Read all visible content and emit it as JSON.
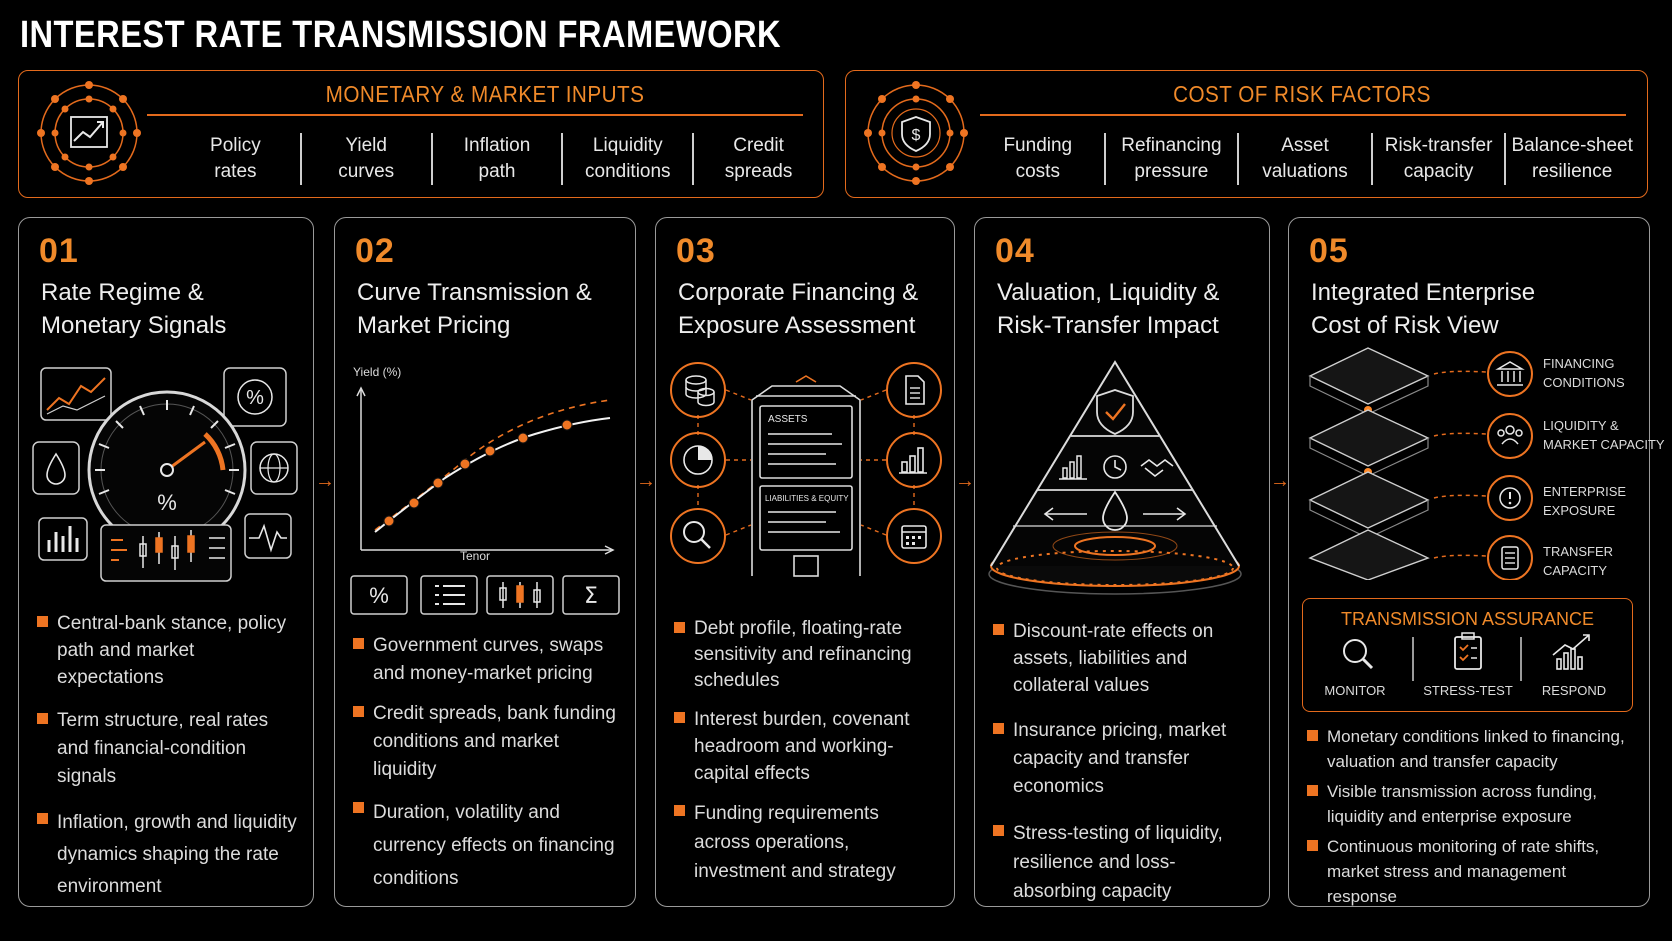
{
  "title": "INTEREST RATE TRANSMISSION FRAMEWORK",
  "inputs_panel": {
    "title": "MONETARY & MARKET INPUTS",
    "items": [
      "Policy\nrates",
      "Yield\ncurves",
      "Inflation\npath",
      "Liquidity\nconditions",
      "Credit\nspreads"
    ]
  },
  "risk_panel": {
    "title": "COST OF RISK FACTORS",
    "items": [
      "Funding\ncosts",
      "Refinancing\npressure",
      "Asset\nvaluations",
      "Risk-transfer\ncapacity",
      "Balance-sheet\nresilience"
    ]
  },
  "stages": [
    {
      "num": "01",
      "title": "Rate Regime &\nMonetary Signals",
      "bullets": [
        "Central-bank stance, policy path and market expectations",
        "Term structure, real rates and financial-condition signals",
        "Inflation, growth and liquidity dynamics shaping the rate environment"
      ]
    },
    {
      "num": "02",
      "title": "Curve Transmission &\nMarket Pricing",
      "bullets": [
        "Government curves, swaps and money-market pricing",
        "Credit spreads, bank funding conditions and market liquidity",
        "Duration, volatility and currency effects on financing conditions"
      ]
    },
    {
      "num": "03",
      "title": "Corporate Financing &\nExposure Assessment",
      "bullets": [
        "Debt profile, floating-rate sensitivity and refinancing schedules",
        "Interest burden, covenant headroom and working-capital effects",
        "Funding requirements across operations, investment and strategy"
      ]
    },
    {
      "num": "04",
      "title": "Valuation, Liquidity &\nRisk-Transfer Impact",
      "bullets": [
        "Discount-rate effects on assets, liabilities and collateral values",
        "Insurance pricing, market capacity and transfer economics",
        "Stress-testing of liquidity, resilience and loss-absorbing capacity"
      ]
    },
    {
      "num": "05",
      "title": "Integrated Enterprise\nCost of Risk View",
      "bullets": [
        "Monetary conditions linked to financing, valuation and transfer capacity",
        "Visible transmission across funding, liquidity and enterprise exposure",
        "Continuous monitoring of rate shifts, market stress and management response"
      ]
    }
  ],
  "yield_chart": {
    "ylabel": "Yield (%)",
    "xlabel": "Tenor"
  },
  "balance_sheet": {
    "assets": "ASSETS",
    "liabilities": "LIABILITIES & EQUITY"
  },
  "stack_labels": [
    "FINANCING\nCONDITIONS",
    "LIQUIDITY &\nMARKET CAPACITY",
    "ENTERPRISE\nEXPOSURE",
    "TRANSFER\nCAPACITY"
  ],
  "assurance": {
    "title": "TRANSMISSION ASSURANCE",
    "items": [
      "MONITOR",
      "STRESS-TEST",
      "RESPOND"
    ]
  },
  "colors": {
    "accent": "#ee7422",
    "border": "#9a9a9a",
    "background": "#000000"
  },
  "icons": [
    "trend-chart-icon",
    "shield-icon",
    "percent-icon",
    "globe-icon",
    "droplet-icon",
    "bar-chart-icon",
    "pulse-icon",
    "gauge-icon",
    "coins-icon",
    "pie-chart-icon",
    "search-icon",
    "document-icon",
    "calendar-icon",
    "building-icon",
    "check-shield-icon",
    "clock-icon",
    "handshake-icon",
    "bank-icon",
    "people-icon",
    "alert-icon",
    "checklist-icon",
    "magnifier-icon",
    "clipboard-icon",
    "growth-icon",
    "sigma-icon",
    "list-icon",
    "candlestick-icon"
  ]
}
